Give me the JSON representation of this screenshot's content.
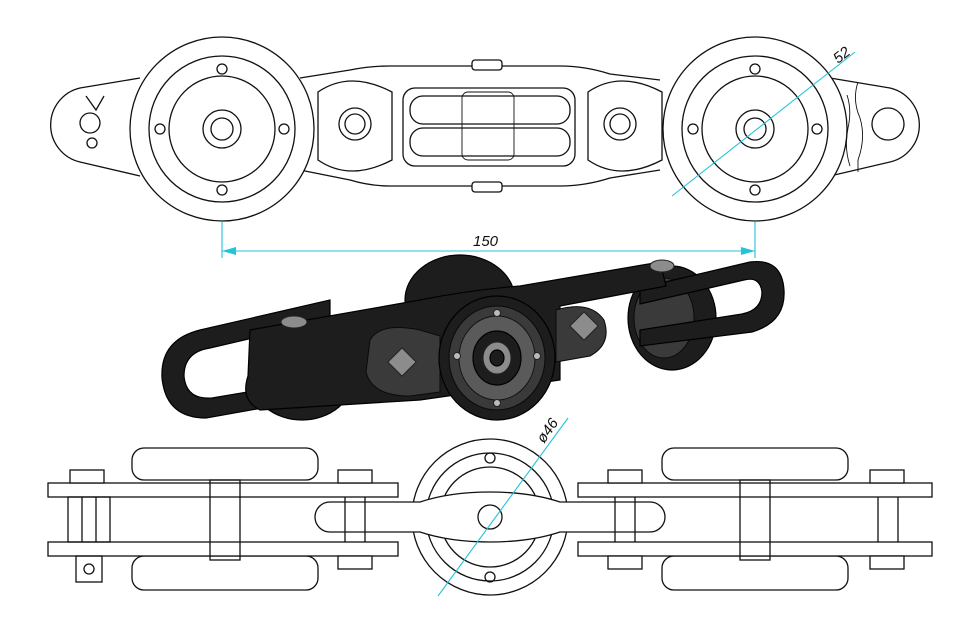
{
  "drawing": {
    "dimension_color": "#22c4d8",
    "line_color": "#111111",
    "dimensions": {
      "roller_diameter": "52",
      "pitch": "150",
      "wheel_diameter": "ø46"
    }
  }
}
